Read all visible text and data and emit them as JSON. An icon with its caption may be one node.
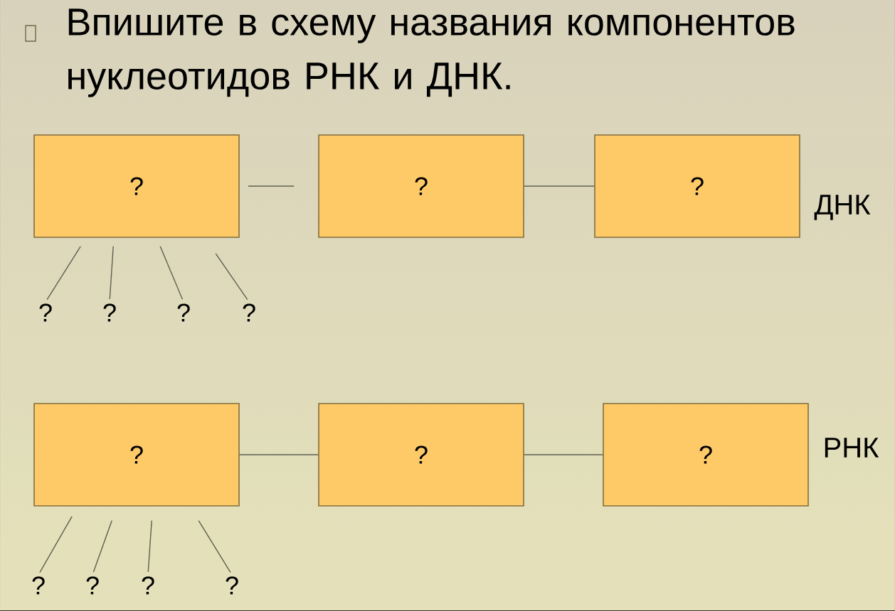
{
  "diagram": {
    "title": "Впишите  в схему названия компонентов нуклеотидов РНК и ДНК.",
    "nodes": [
      {
        "text": [
          "?"
        ]
      },
      {
        "text": [
          "?"
        ]
      },
      {
        "text": [
          "?"
        ]
      },
      {
        "text": [
          "?"
        ]
      },
      {
        "text": [
          "?"
        ]
      },
      {
        "text": [
          "?"
        ]
      },
      {
        "text": [
          "?"
        ]
      },
      {
        "text": [
          "?"
        ]
      },
      {
        "text": [
          "?"
        ]
      },
      {
        "text": [
          "?"
        ]
      },
      {
        "text": [
          "?"
        ]
      },
      {
        "text": [
          "?"
        ]
      },
      {
        "text": [
          "?"
        ]
      },
      {
        "text": [
          "?"
        ]
      }
    ],
    "edges": [
      {
        "from": 0,
        "to": 1,
        "arrow": "none"
      },
      {
        "from": 1,
        "to": 2,
        "arrow": "none"
      },
      {
        "from": 0,
        "to": 3,
        "arrow": "none"
      },
      {
        "from": 0,
        "to": 4,
        "arrow": "none"
      },
      {
        "from": 0,
        "to": 5,
        "arrow": "none"
      },
      {
        "from": 0,
        "to": 6,
        "arrow": "none"
      },
      {
        "from": 7,
        "to": 8,
        "arrow": "none"
      },
      {
        "from": 8,
        "to": 9,
        "arrow": "none"
      },
      {
        "from": 7,
        "to": 10,
        "arrow": "none"
      },
      {
        "from": 7,
        "to": 11,
        "arrow": "none"
      },
      {
        "from": 7,
        "to": 12,
        "arrow": "none"
      },
      {
        "from": 7,
        "to": 13,
        "arrow": "none"
      }
    ],
    "labels": [
      "ДНК",
      "РНК"
    ]
  }
}
